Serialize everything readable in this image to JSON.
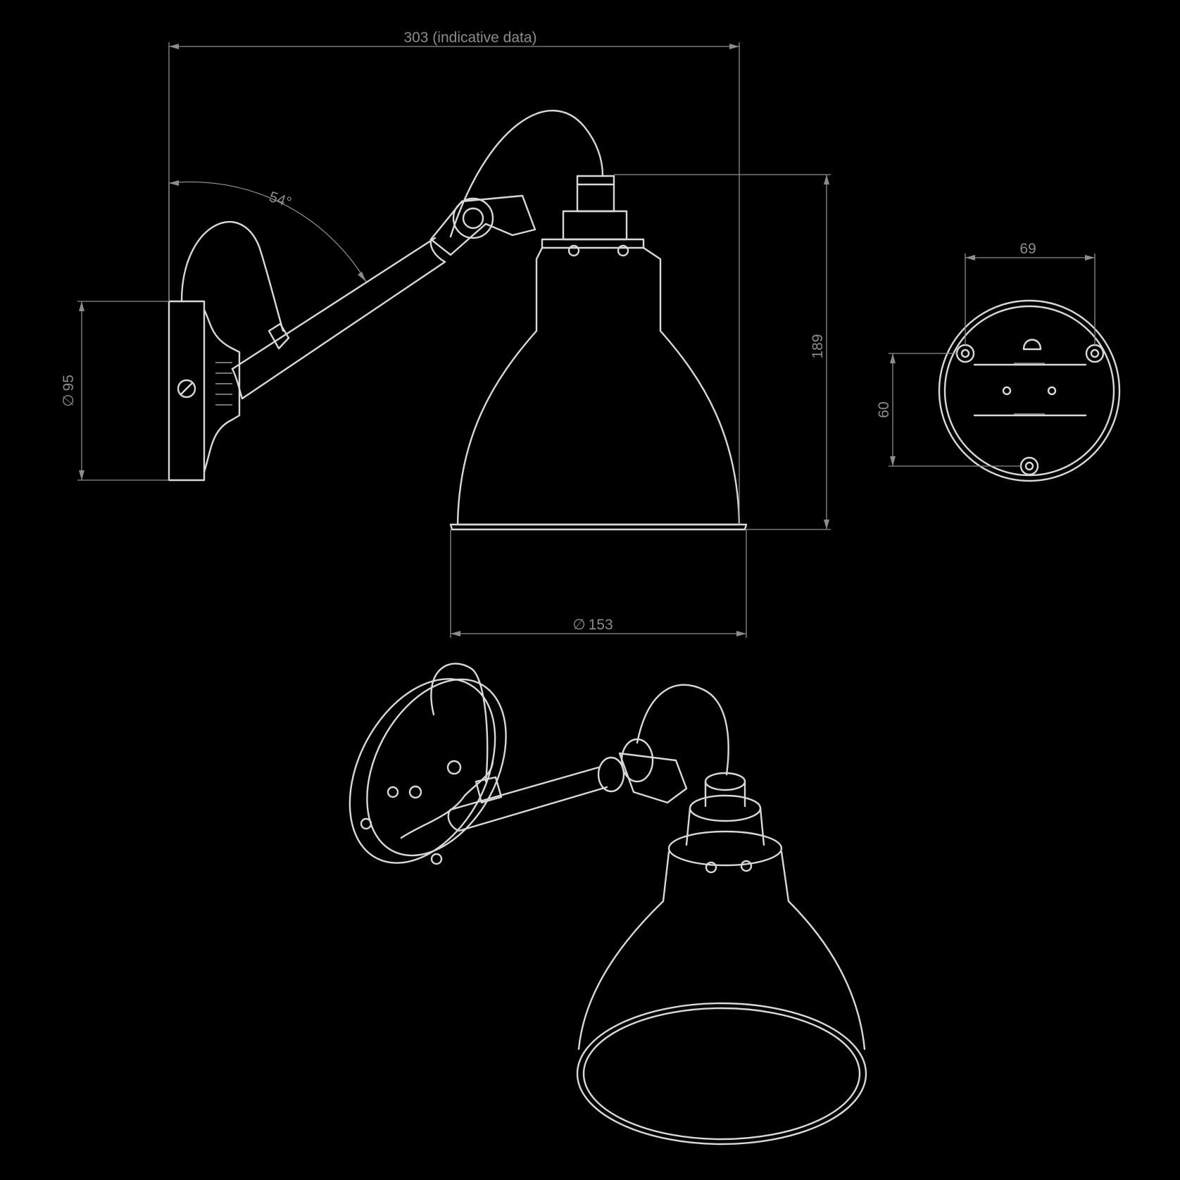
{
  "colors": {
    "background": "#000000",
    "line": "#d8d8d8",
    "dimension": "#8c8c8c"
  },
  "dimensions": {
    "overall_width": "303 (indicative data)",
    "arm_angle": "54°",
    "base_diameter": "95",
    "shade_height": "189",
    "shade_diameter": "153",
    "plate_width": "69",
    "plate_hole_spacing": "60"
  },
  "diameter_symbol": "∅"
}
